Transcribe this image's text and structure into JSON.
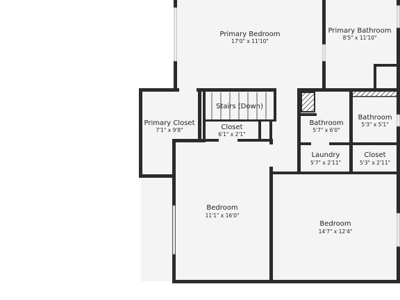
{
  "floorplan": {
    "rooms": [
      {
        "id": "primary-bedroom",
        "name": "Primary Bedroom",
        "dims": "17'0\" x 11'10\""
      },
      {
        "id": "primary-bathroom",
        "name": "Primary Bathroom",
        "dims": "8'5\" x 11'10\""
      },
      {
        "id": "primary-closet",
        "name": "Primary Closet",
        "dims": "7'1\" x 9'8\""
      },
      {
        "id": "stairs",
        "name": "Stairs (Down)",
        "dims": ""
      },
      {
        "id": "closet-hall",
        "name": "Closet",
        "dims": "6'1\" x 2'1\""
      },
      {
        "id": "bathroom-1",
        "name": "Bathroom",
        "dims": "5'7\" x 6'0\""
      },
      {
        "id": "bathroom-2",
        "name": "Bathroom",
        "dims": "5'3\" x 5'1\""
      },
      {
        "id": "laundry",
        "name": "Laundry",
        "dims": "5'7\" x 2'11\""
      },
      {
        "id": "closet-2",
        "name": "Closet",
        "dims": "5'3\" x 2'11\""
      },
      {
        "id": "bedroom-1",
        "name": "Bedroom",
        "dims": "11'1\" x 16'0\""
      },
      {
        "id": "bedroom-2",
        "name": "Bedroom",
        "dims": "14'7\" x 12'4\""
      }
    ],
    "colors": {
      "wall": "#2b2b2b",
      "floor": "#f4f4f4",
      "window": "#cfcfcf"
    }
  }
}
